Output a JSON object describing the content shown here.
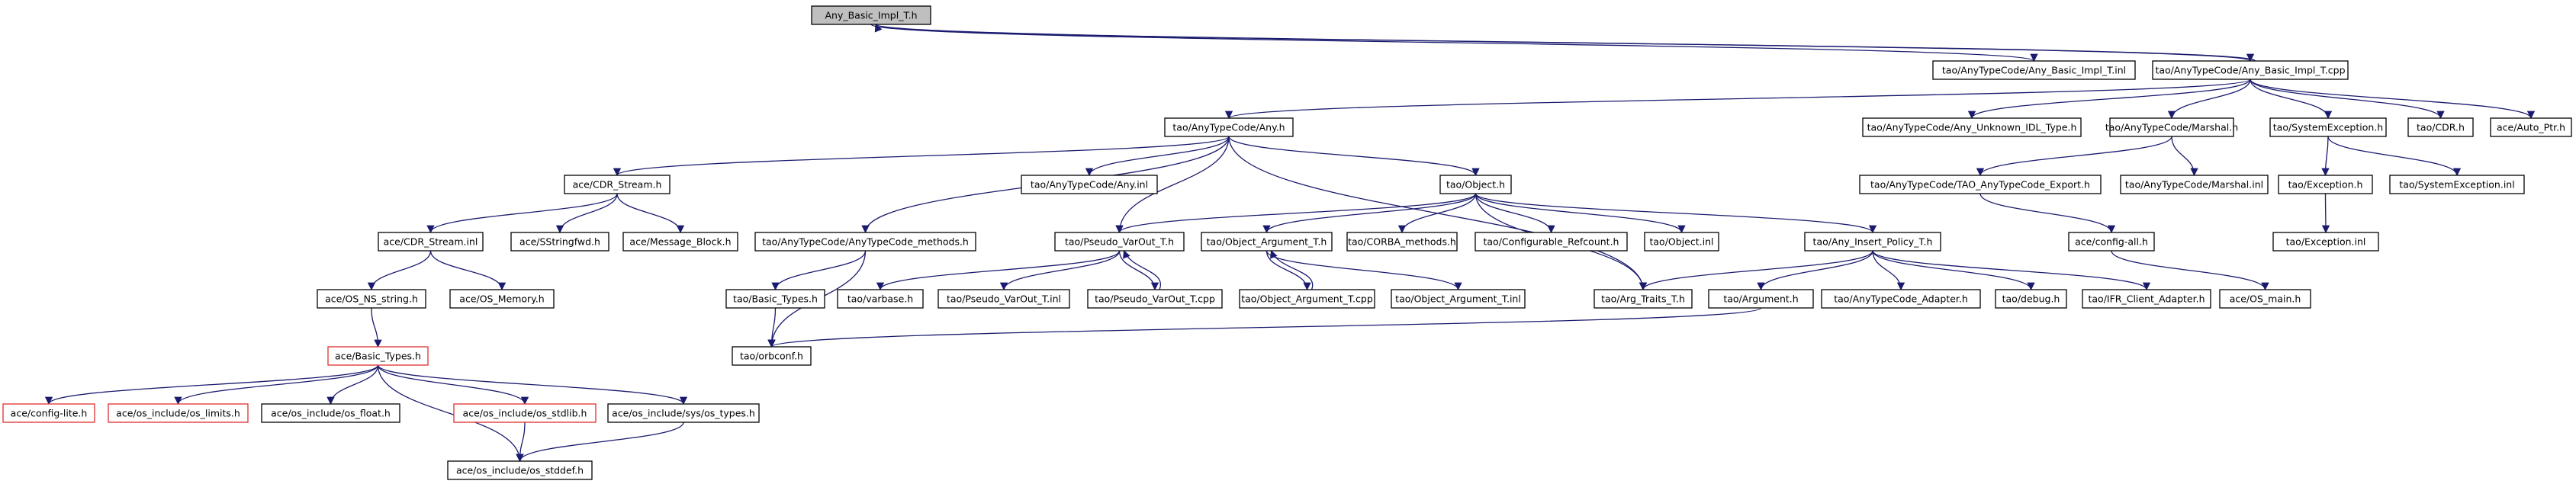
{
  "graph": {
    "root": "n0",
    "nodes": [
      {
        "id": "n0",
        "label": "Any_Basic_Impl_T.h",
        "kind": "root"
      },
      {
        "id": "n1",
        "label": "tao/AnyTypeCode/Any_Basic_Impl_T.inl",
        "kind": "normal"
      },
      {
        "id": "n2",
        "label": "tao/AnyTypeCode/Any_Basic_Impl_T.cpp",
        "kind": "normal"
      },
      {
        "id": "n3",
        "label": "tao/AnyTypeCode/Any.h",
        "kind": "normal"
      },
      {
        "id": "n4",
        "label": "tao/AnyTypeCode/Any_Unknown_IDL_Type.h",
        "kind": "normal"
      },
      {
        "id": "n5",
        "label": "tao/AnyTypeCode/Marshal.h",
        "kind": "normal"
      },
      {
        "id": "n6",
        "label": "tao/SystemException.h",
        "kind": "normal"
      },
      {
        "id": "n7",
        "label": "tao/CDR.h",
        "kind": "normal"
      },
      {
        "id": "n8",
        "label": "ace/Auto_Ptr.h",
        "kind": "normal"
      },
      {
        "id": "n9",
        "label": "ace/CDR_Stream.h",
        "kind": "normal"
      },
      {
        "id": "n10",
        "label": "tao/AnyTypeCode/Any.inl",
        "kind": "normal"
      },
      {
        "id": "n11",
        "label": "tao/Object.h",
        "kind": "normal"
      },
      {
        "id": "n12",
        "label": "tao/AnyTypeCode/TAO_AnyTypeCode_Export.h",
        "kind": "normal"
      },
      {
        "id": "n13",
        "label": "tao/AnyTypeCode/Marshal.inl",
        "kind": "normal"
      },
      {
        "id": "n14",
        "label": "tao/Exception.h",
        "kind": "normal"
      },
      {
        "id": "n15",
        "label": "tao/SystemException.inl",
        "kind": "normal"
      },
      {
        "id": "n16",
        "label": "ace/CDR_Stream.inl",
        "kind": "normal"
      },
      {
        "id": "n17",
        "label": "ace/SStringfwd.h",
        "kind": "normal"
      },
      {
        "id": "n18",
        "label": "ace/Message_Block.h",
        "kind": "normal"
      },
      {
        "id": "n19",
        "label": "tao/AnyTypeCode/AnyTypeCode_methods.h",
        "kind": "normal"
      },
      {
        "id": "n20",
        "label": "tao/Pseudo_VarOut_T.h",
        "kind": "normal"
      },
      {
        "id": "n21",
        "label": "tao/Object_Argument_T.h",
        "kind": "normal"
      },
      {
        "id": "n22",
        "label": "tao/CORBA_methods.h",
        "kind": "normal"
      },
      {
        "id": "n23",
        "label": "tao/Configurable_Refcount.h",
        "kind": "normal"
      },
      {
        "id": "n24",
        "label": "tao/Object.inl",
        "kind": "normal"
      },
      {
        "id": "n25",
        "label": "tao/Any_Insert_Policy_T.h",
        "kind": "normal"
      },
      {
        "id": "n26",
        "label": "ace/config-all.h",
        "kind": "normal"
      },
      {
        "id": "n27",
        "label": "tao/Exception.inl",
        "kind": "normal"
      },
      {
        "id": "n28",
        "label": "ace/OS_NS_string.h",
        "kind": "normal"
      },
      {
        "id": "n29",
        "label": "ace/OS_Memory.h",
        "kind": "normal"
      },
      {
        "id": "n30",
        "label": "tao/Basic_Types.h",
        "kind": "normal"
      },
      {
        "id": "n31",
        "label": "tao/varbase.h",
        "kind": "normal"
      },
      {
        "id": "n32",
        "label": "tao/Pseudo_VarOut_T.inl",
        "kind": "normal"
      },
      {
        "id": "n33",
        "label": "tao/Pseudo_VarOut_T.cpp",
        "kind": "normal"
      },
      {
        "id": "n34",
        "label": "tao/Object_Argument_T.cpp",
        "kind": "normal"
      },
      {
        "id": "n35",
        "label": "tao/Object_Argument_T.inl",
        "kind": "normal"
      },
      {
        "id": "n36",
        "label": "tao/Arg_Traits_T.h",
        "kind": "normal"
      },
      {
        "id": "n37",
        "label": "tao/Argument.h",
        "kind": "normal"
      },
      {
        "id": "n38",
        "label": "tao/AnyTypeCode_Adapter.h",
        "kind": "normal"
      },
      {
        "id": "n39",
        "label": "tao/debug.h",
        "kind": "normal"
      },
      {
        "id": "n40",
        "label": "tao/IFR_Client_Adapter.h",
        "kind": "normal"
      },
      {
        "id": "n41",
        "label": "ace/OS_main.h",
        "kind": "normal"
      },
      {
        "id": "n42",
        "label": "ace/Basic_Types.h",
        "kind": "truncated"
      },
      {
        "id": "n43",
        "label": "tao/orbconf.h",
        "kind": "normal"
      },
      {
        "id": "n44",
        "label": "ace/config-lite.h",
        "kind": "truncated"
      },
      {
        "id": "n45",
        "label": "ace/os_include/os_limits.h",
        "kind": "truncated"
      },
      {
        "id": "n46",
        "label": "ace/os_include/os_float.h",
        "kind": "normal"
      },
      {
        "id": "n47",
        "label": "ace/os_include/os_stdlib.h",
        "kind": "truncated"
      },
      {
        "id": "n48",
        "label": "ace/os_include/sys/os_types.h",
        "kind": "normal"
      },
      {
        "id": "n49",
        "label": "ace/os_include/os_stddef.h",
        "kind": "normal"
      }
    ],
    "edges": [
      [
        "n0",
        "n1"
      ],
      [
        "n0",
        "n2"
      ],
      [
        "n2",
        "n0"
      ],
      [
        "n2",
        "n3"
      ],
      [
        "n2",
        "n4"
      ],
      [
        "n2",
        "n5"
      ],
      [
        "n2",
        "n6"
      ],
      [
        "n2",
        "n7"
      ],
      [
        "n2",
        "n8"
      ],
      [
        "n3",
        "n9"
      ],
      [
        "n3",
        "n10"
      ],
      [
        "n3",
        "n11"
      ],
      [
        "n3",
        "n19"
      ],
      [
        "n3",
        "n20"
      ],
      [
        "n3",
        "n36"
      ],
      [
        "n5",
        "n12"
      ],
      [
        "n5",
        "n13"
      ],
      [
        "n6",
        "n14"
      ],
      [
        "n6",
        "n15"
      ],
      [
        "n14",
        "n27"
      ],
      [
        "n12",
        "n26"
      ],
      [
        "n26",
        "n41"
      ],
      [
        "n9",
        "n16"
      ],
      [
        "n9",
        "n17"
      ],
      [
        "n9",
        "n18"
      ],
      [
        "n16",
        "n28"
      ],
      [
        "n16",
        "n29"
      ],
      [
        "n28",
        "n42"
      ],
      [
        "n11",
        "n20"
      ],
      [
        "n11",
        "n21"
      ],
      [
        "n11",
        "n22"
      ],
      [
        "n11",
        "n23"
      ],
      [
        "n11",
        "n24"
      ],
      [
        "n11",
        "n25"
      ],
      [
        "n11",
        "n36"
      ],
      [
        "n19",
        "n30"
      ],
      [
        "n19",
        "n43"
      ],
      [
        "n30",
        "n43"
      ],
      [
        "n20",
        "n31"
      ],
      [
        "n20",
        "n32"
      ],
      [
        "n20",
        "n33"
      ],
      [
        "n33",
        "n20"
      ],
      [
        "n21",
        "n34"
      ],
      [
        "n21",
        "n35"
      ],
      [
        "n34",
        "n21"
      ],
      [
        "n25",
        "n36"
      ],
      [
        "n25",
        "n37"
      ],
      [
        "n25",
        "n38"
      ],
      [
        "n25",
        "n39"
      ],
      [
        "n25",
        "n40"
      ],
      [
        "n37",
        "n43"
      ],
      [
        "n42",
        "n44"
      ],
      [
        "n42",
        "n45"
      ],
      [
        "n42",
        "n46"
      ],
      [
        "n42",
        "n47"
      ],
      [
        "n42",
        "n48"
      ],
      [
        "n42",
        "n49"
      ],
      [
        "n47",
        "n49"
      ],
      [
        "n48",
        "n49"
      ]
    ]
  }
}
